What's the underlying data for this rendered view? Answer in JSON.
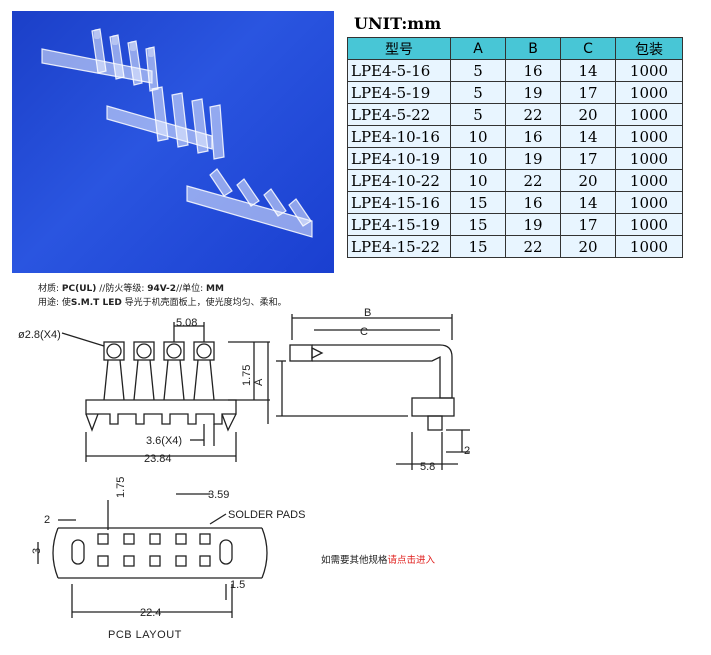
{
  "unit_label": "UNIT:mm",
  "table": {
    "headers": [
      "型号",
      "A",
      "B",
      "C",
      "包装"
    ],
    "rows": [
      [
        "LPE4-5-16",
        "5",
        "16",
        "14",
        "1000"
      ],
      [
        "LPE4-5-19",
        "5",
        "19",
        "17",
        "1000"
      ],
      [
        "LPE4-5-22",
        "5",
        "22",
        "20",
        "1000"
      ],
      [
        "LPE4-10-16",
        "10",
        "16",
        "14",
        "1000"
      ],
      [
        "LPE4-10-19",
        "10",
        "19",
        "17",
        "1000"
      ],
      [
        "LPE4-10-22",
        "10",
        "22",
        "20",
        "1000"
      ],
      [
        "LPE4-15-16",
        "15",
        "16",
        "14",
        "1000"
      ],
      [
        "LPE4-15-19",
        "15",
        "19",
        "17",
        "1000"
      ],
      [
        "LPE4-15-22",
        "15",
        "22",
        "20",
        "1000"
      ]
    ]
  },
  "notes": {
    "material_label": "材质: ",
    "material_value": "PC(UL)",
    "fire_label": " //防火等级: ",
    "fire_value": "94V-2",
    "unit_sep": "//单位: ",
    "unit_value": "MM",
    "usage_label": "用途: 使",
    "usage_value": "S.M.T LED",
    "usage_rest": " 导光于机壳面板上，使光度均匀、柔和。"
  },
  "drawing": {
    "hole_dia": "ø2.8(X4)",
    "pitch": "5.08",
    "height_175": "1.75",
    "dim_a": "A",
    "pin_width": "3.6(X4)",
    "overall_width": "23.84",
    "dim_b": "B",
    "dim_c": "C",
    "side_2": "2",
    "side_58": "5.8",
    "pcb_2": "2",
    "pcb_175": "1.75",
    "pcb_359": "3.59",
    "solder_pads": "SOLDER PADS",
    "pcb_3": "3",
    "pcb_15": "1.5",
    "pcb_224": "22.4",
    "pcb_layout": "PCB LAYOUT"
  },
  "link_note": {
    "prefix": "如需要其他规格",
    "link": "请点击进入"
  }
}
